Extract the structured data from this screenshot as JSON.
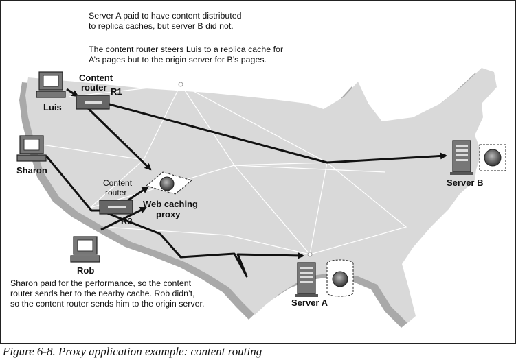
{
  "notes": {
    "top_line1": "Server A paid to have content distributed",
    "top_line2": "to replica caches, but server B did not.",
    "top_line3": "The content router steers Luis to a replica cache for",
    "top_line4": "A’s pages but to the origin server for B’s pages.",
    "bottom_line1": "Sharon paid for the performance, so the content",
    "bottom_line2": "router sends her to the nearby cache. Rob didn’t,",
    "bottom_line3": "so the content router sends him to the origin server."
  },
  "labels": {
    "luis": "Luis",
    "sharon": "Sharon",
    "rob": "Rob",
    "content_router_r1_line1": "Content",
    "content_router_r1_line2": "router",
    "r1": "R1",
    "content_router_r2_line1": "Content",
    "content_router_r2_line2": "router",
    "r2": "R2",
    "proxy_line1": "Web caching",
    "proxy_line2": "proxy",
    "server_a": "Server A",
    "server_b": "Server B"
  },
  "caption": "Figure 6-8. Proxy application example: content routing",
  "colors": {
    "map_fill": "#d9d9d9",
    "map_shadow": "#aaaaaa",
    "route_line": "#111111",
    "network_line": "#ffffff"
  }
}
